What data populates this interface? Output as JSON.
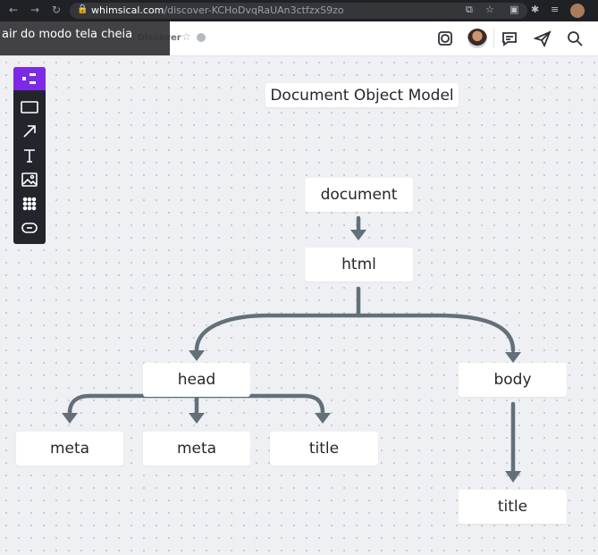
{
  "browser": {
    "url_domain": "whimsical.com",
    "url_path": "/discover-KCHoDvqRaUAn3ctfzxS9zo"
  },
  "header": {
    "board_name": "Discover"
  },
  "fullscreen_toast": "air do modo tela cheia",
  "diagram": {
    "title": "Document Object Model",
    "nodes": {
      "document": "document",
      "html": "html",
      "head": "head",
      "body": "body",
      "meta1": "meta",
      "meta2": "meta",
      "title_head": "title",
      "title_body": "title"
    }
  },
  "colors": {
    "toolbar_active": "#7d2ae8",
    "connector": "#637079",
    "toolbar_bg": "#22252b"
  },
  "icons": {
    "toolbar": [
      "sections-icon",
      "rectangle-icon",
      "arrow-icon",
      "text-icon",
      "image-icon",
      "grid-icon",
      "link-icon"
    ],
    "header": [
      "globe-icon",
      "avatar",
      "comment-icon",
      "share-icon",
      "search-icon"
    ]
  }
}
